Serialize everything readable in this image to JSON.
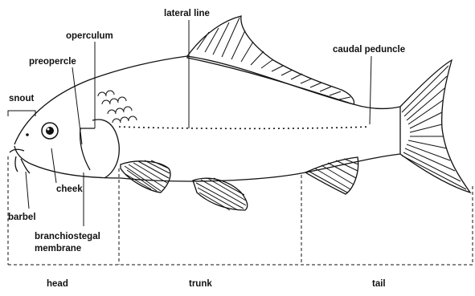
{
  "labels": {
    "lateral_line": "lateral line",
    "operculum": "operculum",
    "preopercle": "preopercle",
    "snout": "snout",
    "caudal_peduncle": "caudal peduncle",
    "cheek": "cheek",
    "barbel": "barbel",
    "branchiostegal_line1": "branchiostegal",
    "branchiostegal_line2": "membrane"
  },
  "regions": {
    "head": "head",
    "trunk": "trunk",
    "tail": "tail"
  }
}
